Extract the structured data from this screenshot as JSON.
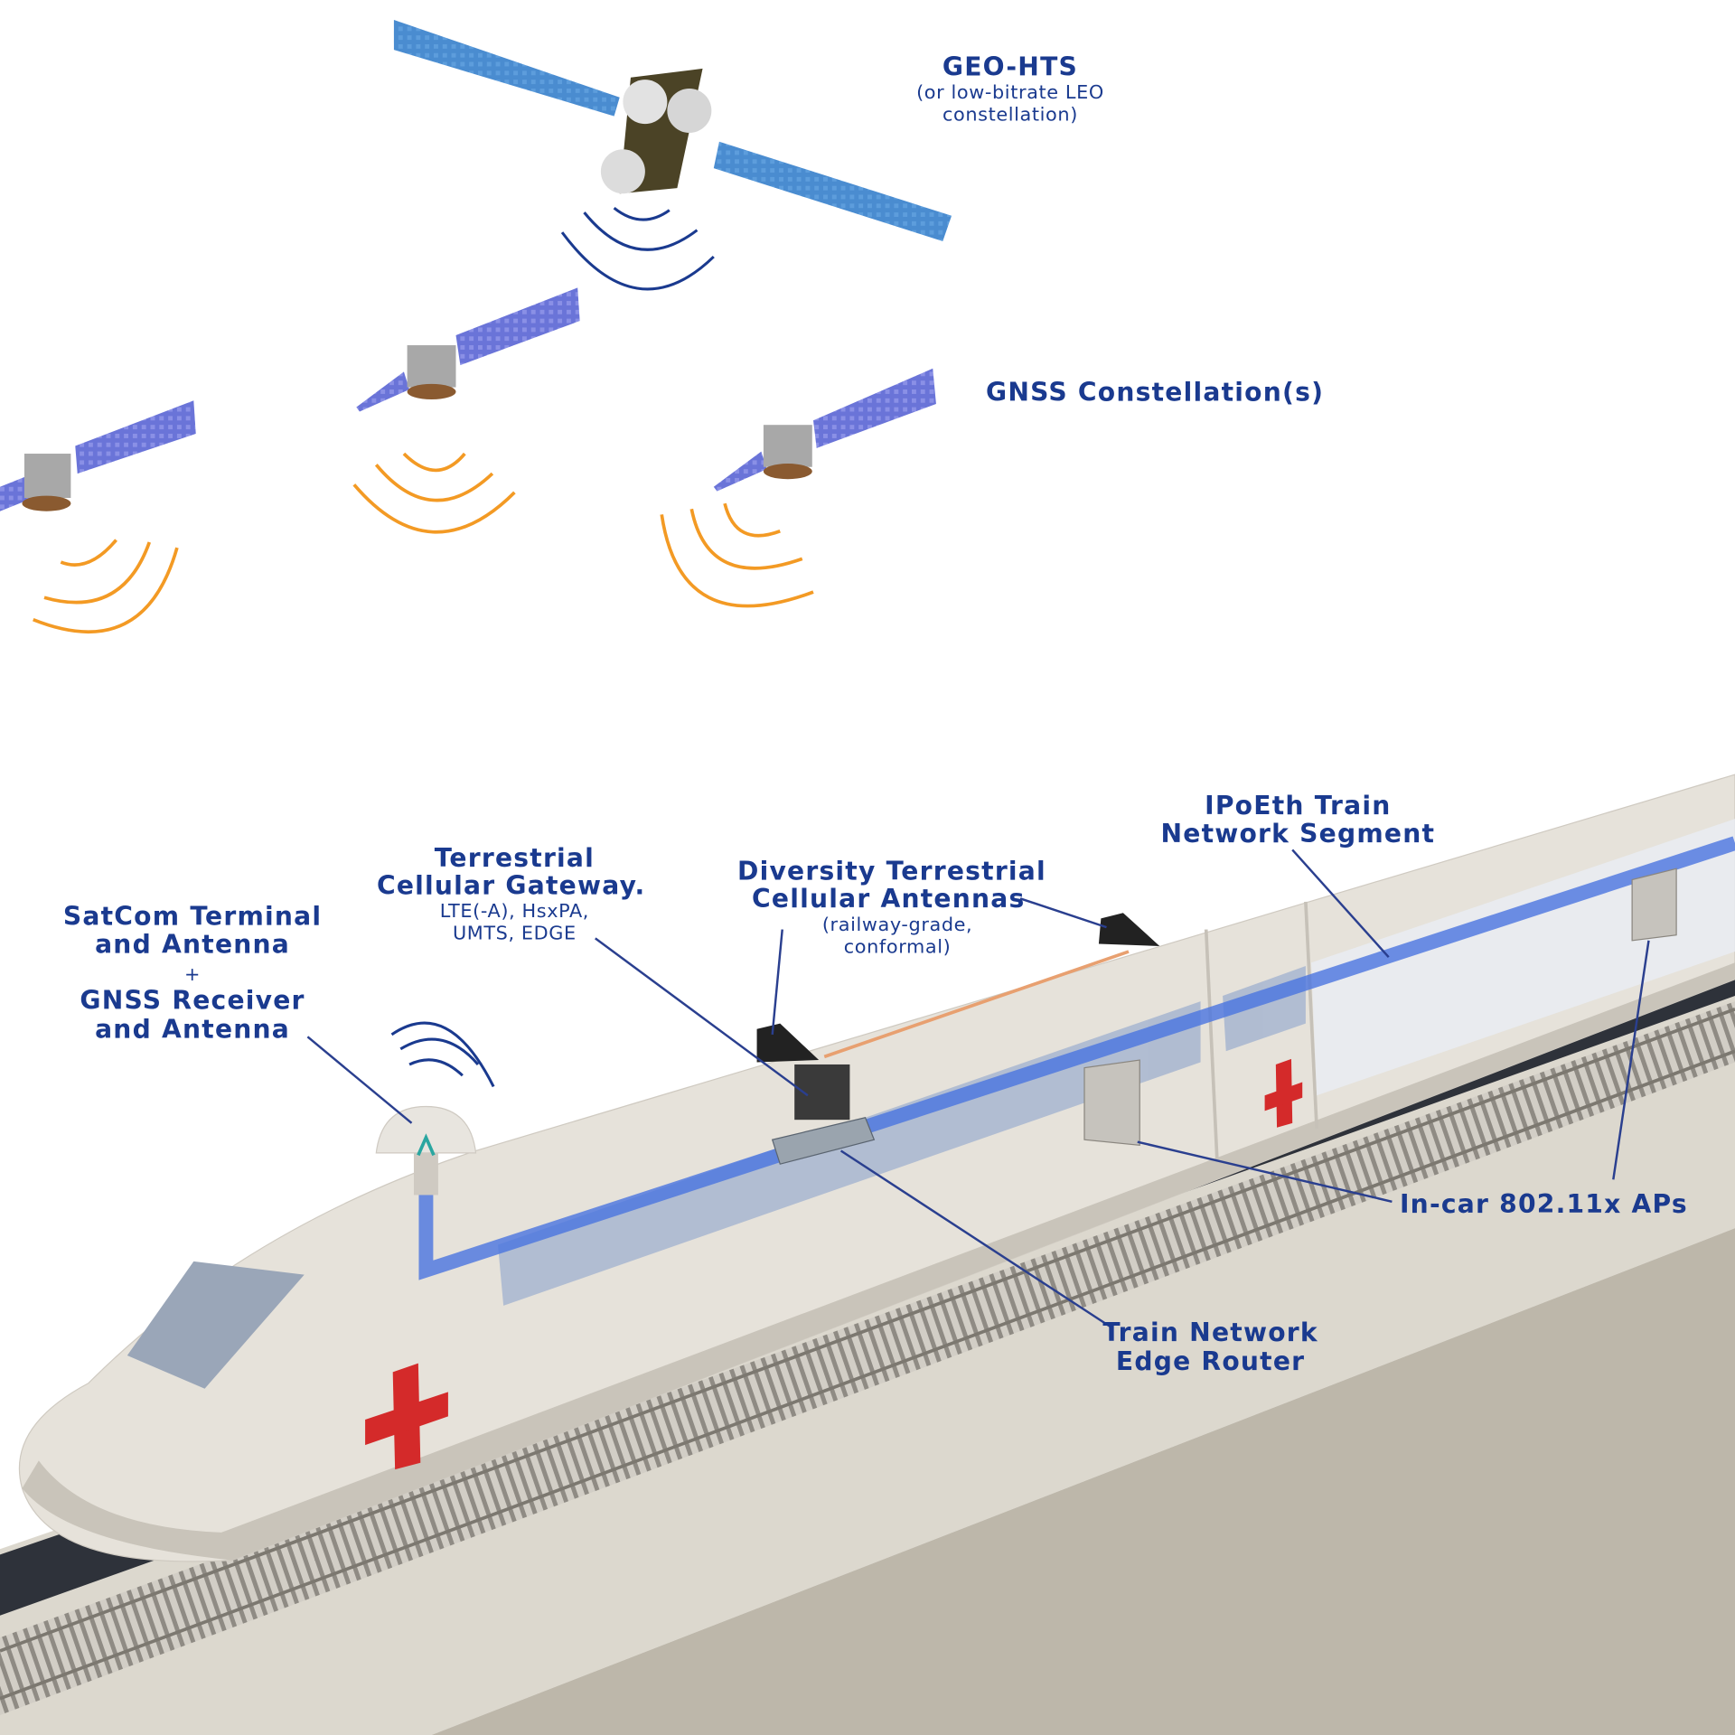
{
  "labels": {
    "geo": {
      "title": "GEO-HTS",
      "line2": "(or low-bitrate LEO",
      "line3": "constellation)"
    },
    "gnss": {
      "title": "GNSS Constellation(s)"
    },
    "satcom": {
      "line1": "SatCom Terminal",
      "line2": "and Antenna",
      "plus": "+",
      "line3": "GNSS Receiver",
      "line4": "and Antenna"
    },
    "gateway": {
      "line1": "Terrestrial",
      "line2": "Cellular Gateway.",
      "line3": "LTE(-A), HsxPA,",
      "line4": "UMTS, EDGE"
    },
    "antennas": {
      "line1": "Diversity Terrestrial",
      "line2": "Cellular Antennas",
      "line3": "(railway-grade,",
      "line4": "conformal)"
    },
    "ipoeth": {
      "line1": "IPoEth Train",
      "line2": "Network Segment"
    },
    "aps": {
      "title": "In-car 802.11x APs"
    },
    "router": {
      "line1": "Train Network",
      "line2": "Edge Router"
    }
  },
  "colors": {
    "label": "#1a3a8f",
    "gnss_wave": "#f39a24",
    "network": "#4a74e0",
    "cross": "#d42a2a"
  }
}
